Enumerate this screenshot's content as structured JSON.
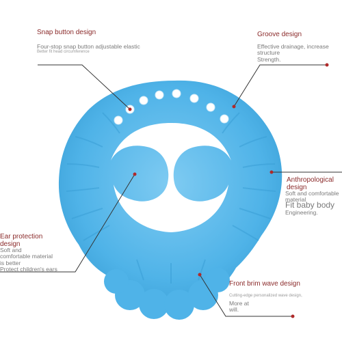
{
  "colors": {
    "cap_main": "#4fb3e8",
    "cap_dark": "#3a9fd6",
    "cap_light": "#7fcbf2",
    "title_text": "#8a2a2a",
    "leader_line": "#333333",
    "dot": "#b02a2a"
  },
  "callouts": {
    "snap": {
      "title": "Snap button design",
      "desc": "Four-stop snap button adjustable elastic",
      "note": "Better fit head circumference"
    },
    "groove": {
      "title": "Groove design",
      "desc": "Effective drainage, increase structure",
      "note": "Strength."
    },
    "anthro": {
      "title": "Anthropological design",
      "desc": "Soft and comfortable material",
      "big": "Fit baby body",
      "note": "Engineering."
    },
    "ear": {
      "title": "Ear protection design",
      "desc": "Soft and comfortable material is better",
      "note": "Protect children's ears"
    },
    "brim": {
      "title": "Front brim wave design",
      "note": "Cutting-edge personalized wave design,",
      "desc1": "More at",
      "desc2": "will."
    }
  }
}
